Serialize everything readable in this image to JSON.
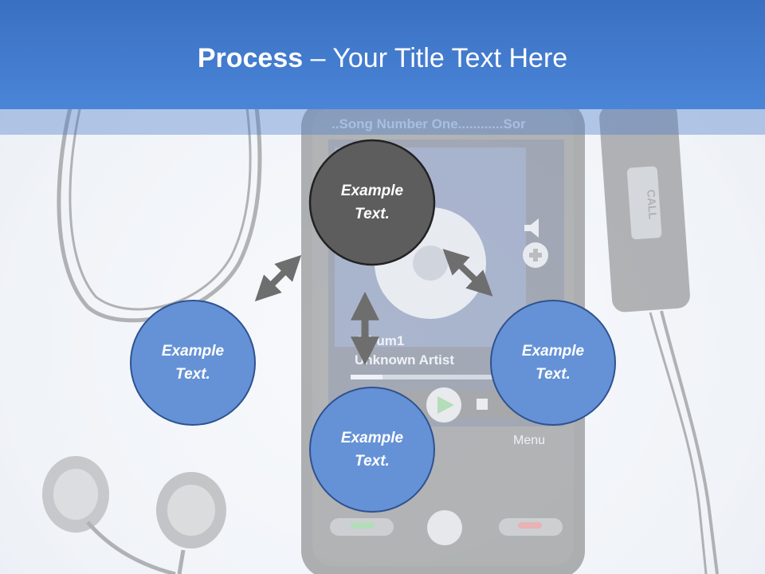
{
  "header": {
    "title_bold": "Process",
    "title_rest": " – Your Title Text Here"
  },
  "background": {
    "song_ticker": "..Song Number One............Sor",
    "album": "Album1",
    "artist": "Unknown Artist",
    "menu_label": "Menu",
    "cable_button_label": "CALL"
  },
  "process": {
    "center": {
      "line1": "Example",
      "line2": "Text."
    },
    "left": {
      "line1": "Example",
      "line2": "Text."
    },
    "right": {
      "line1": "Example",
      "line2": "Text."
    },
    "bottom": {
      "line1": "Example",
      "line2": "Text."
    }
  },
  "colors": {
    "header_blue": "#4a80d0",
    "circle_blue": "#6592d6",
    "circle_dark": "#5d5d5d",
    "arrow_gray": "#6e6e6e"
  }
}
